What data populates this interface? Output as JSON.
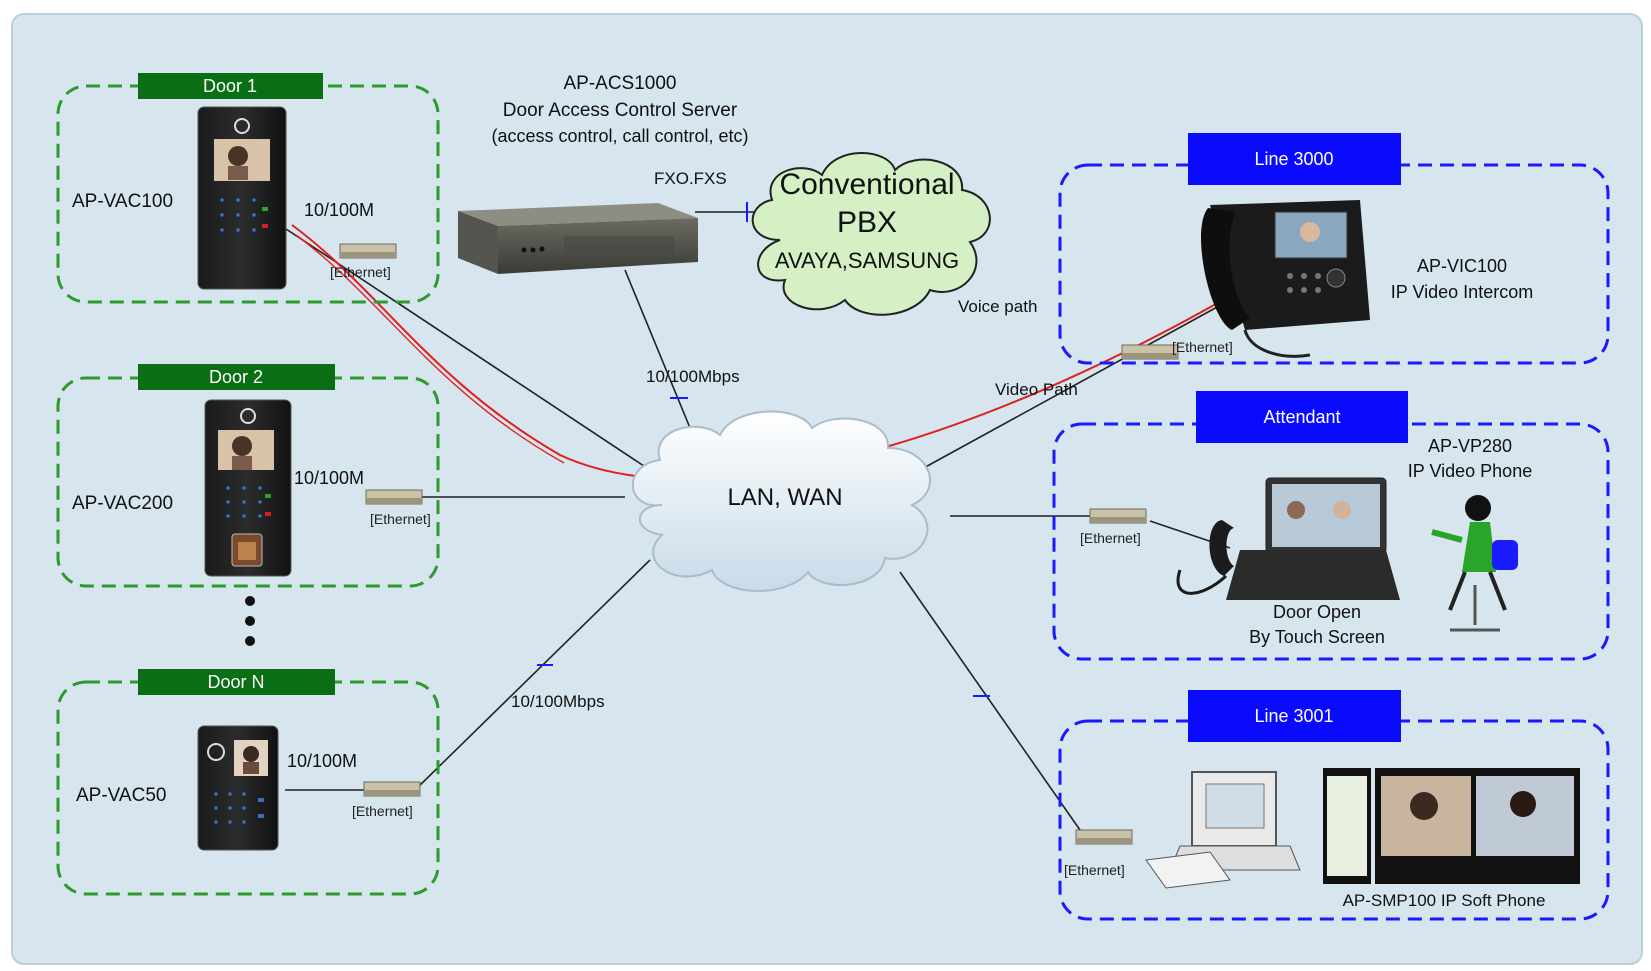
{
  "doors": [
    {
      "banner": "Door 1",
      "device": "AP-VAC100",
      "speed": "10/100M",
      "ethernet": "[Ethernet]"
    },
    {
      "banner": "Door 2",
      "device": "AP-VAC200",
      "speed": "10/100M",
      "ethernet": "[Ethernet]"
    },
    {
      "banner": "Door N",
      "device": "AP-VAC50",
      "speed": "10/100M",
      "ethernet": "[Ethernet]"
    }
  ],
  "server": {
    "name": "AP-ACS1000",
    "desc": "Door Access Control Server",
    "sub": "(access control, call control, etc)",
    "port": "FXO.FXS"
  },
  "pbx": {
    "line1": "Conventional",
    "line2": "PBX",
    "line3": "AVAYA,SAMSUNG"
  },
  "network": {
    "cloud": "LAN, WAN",
    "link_top": "10/100Mbps",
    "link_bottom": "10/100Mbps",
    "voice_path": "Voice path",
    "video_path": "Video Path"
  },
  "stations": [
    {
      "banner": "Line 3000",
      "device_line1": "AP-VIC100",
      "device_line2": "IP Video Intercom",
      "ethernet": "[Ethernet]"
    },
    {
      "banner": "Attendant",
      "device_line1": "AP-VP280",
      "device_line2": "IP Video Phone",
      "ethernet": "[Ethernet]",
      "note_line1": "Door Open",
      "note_line2": "By Touch Screen"
    },
    {
      "banner": "Line 3001",
      "device_line1": "AP-SMP100 IP Soft Phone",
      "ethernet": "[Ethernet]"
    }
  ],
  "colors": {
    "background": "#d6e5ee",
    "door_border": "#2e9a2e",
    "door_banner": "#0a6e14",
    "station_border": "#1a1aff",
    "station_banner": "#0a0aff",
    "voice_line": "#e02020",
    "link_line": "#222222"
  }
}
